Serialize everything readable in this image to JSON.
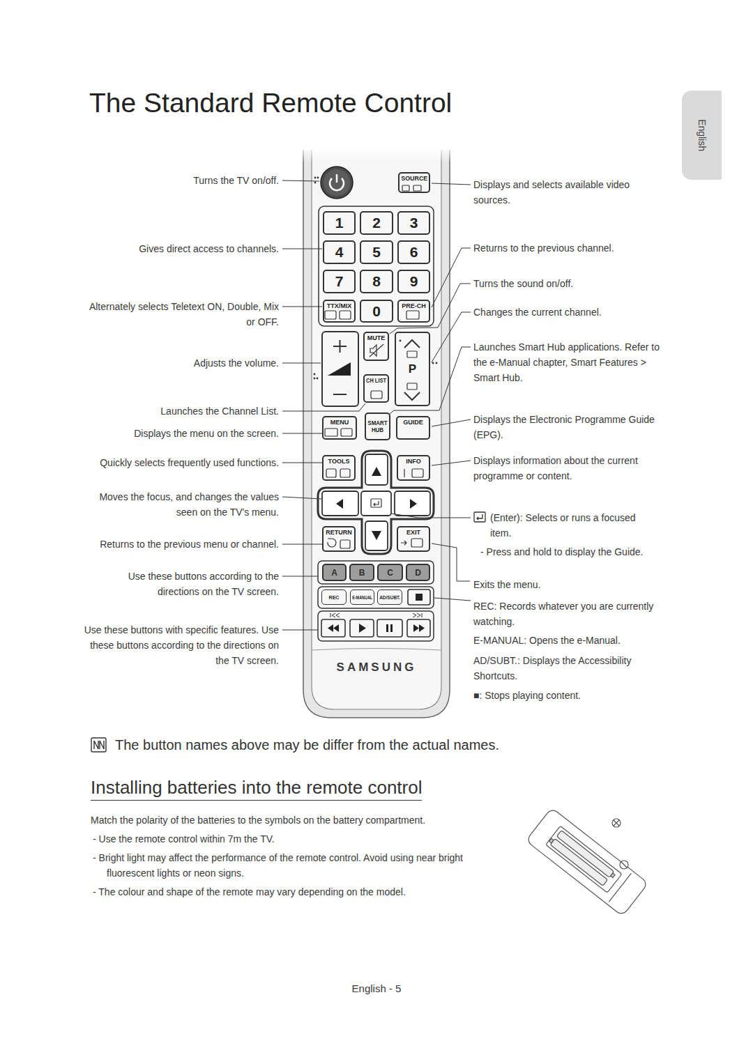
{
  "diagram": {
    "title": "The Standard Remote Control",
    "nodes": [
      {
        "text": [
          "SAMSUNG"
        ]
      },
      {
        "text": [
          "SOURCE"
        ],
        "in": 0
      },
      {
        "text": [
          "1"
        ],
        "in": 0
      },
      {
        "text": [
          "2"
        ],
        "in": 0
      },
      {
        "text": [
          "3"
        ],
        "in": 0
      },
      {
        "text": [
          "4"
        ],
        "in": 0
      },
      {
        "text": [
          "5"
        ],
        "in": 0
      },
      {
        "text": [
          "6"
        ],
        "in": 0
      },
      {
        "text": [
          "7"
        ],
        "in": 0
      },
      {
        "text": [
          "8"
        ],
        "in": 0
      },
      {
        "text": [
          "9"
        ],
        "in": 0
      },
      {
        "text": [
          "TTX/MIX"
        ],
        "in": 0
      },
      {
        "text": [
          "0"
        ],
        "in": 0
      },
      {
        "text": [
          "PRE-CH"
        ],
        "in": 0
      },
      {
        "text": [
          "MUTE"
        ],
        "in": 0
      },
      {
        "text": [
          "P"
        ],
        "in": 0
      },
      {
        "text": [
          "CH LIST"
        ],
        "in": 0
      },
      {
        "text": [
          "MENU"
        ],
        "in": 0
      },
      {
        "text": [
          "SMART HUB"
        ],
        "in": 0
      },
      {
        "text": [
          "GUIDE"
        ],
        "in": 0
      },
      {
        "text": [
          "TOOLS"
        ],
        "in": 0
      },
      {
        "text": [
          "INFO"
        ],
        "in": 0
      },
      {
        "text": [
          "RETURN"
        ],
        "in": 0
      },
      {
        "text": [
          "EXIT"
        ],
        "in": 0
      },
      {
        "text": [
          "A"
        ],
        "in": 0
      },
      {
        "text": [
          "B"
        ],
        "in": 0
      },
      {
        "text": [
          "C"
        ],
        "in": 0
      },
      {
        "text": [
          "D"
        ],
        "in": 0
      },
      {
        "text": [
          "REC"
        ],
        "in": 0
      },
      {
        "text": [
          "E-MANUAL"
        ],
        "in": 0
      },
      {
        "text": [
          "AD/SUBT."
        ],
        "in": 0
      },
      {
        "text": [
          "English"
        ]
      }
    ],
    "labels": [
      "Turns the TV on/off.",
      "Gives direct access to channels.",
      "Alternately selects Teletext ON, Double, Mix or OFF.",
      "Adjusts the volume.",
      "Launches the Channel List.",
      "Displays the menu on the screen.",
      "Quickly selects frequently used functions.",
      "Moves the focus, and changes the values seen on the TV's menu.",
      "Returns to the previous menu or channel.",
      "Use these buttons according to the directions on the TV screen.",
      "Use these buttons with specific features. Use these buttons according to the directions on the TV screen.",
      "Displays and selects available video sources.",
      "Returns to the previous channel.",
      "Turns the sound on/off.",
      "Changes the current channel.",
      "Launches Smart Hub applications. Refer to the e-Manual chapter, Smart Features > Smart Hub.",
      "Displays the Electronic Programme Guide (EPG).",
      "Displays information about the current programme or content.",
      "(Enter): Selects or runs a focused item.",
      "- Press and hold to display the Guide.",
      "Exits the menu.",
      "REC: Records whatever you are currently watching.",
      "E-MANUAL: Opens the e-Manual.",
      "AD/SUBT.: Displays the Accessibility Shortcuts.",
      "■: Stops playing content.",
      "The button names above may be differ from the actual names.",
      "Installing batteries into the remote control",
      "Match the polarity of the batteries to the symbols on the battery compartment.",
      "- Use the remote control within 7m the TV.",
      "- Bright light may affect the performance of the remote control. Avoid using near bright fluorescent lights or neon signs.",
      "- The colour and shape of the remote may vary depending on the model.",
      "English - 5"
    ]
  }
}
